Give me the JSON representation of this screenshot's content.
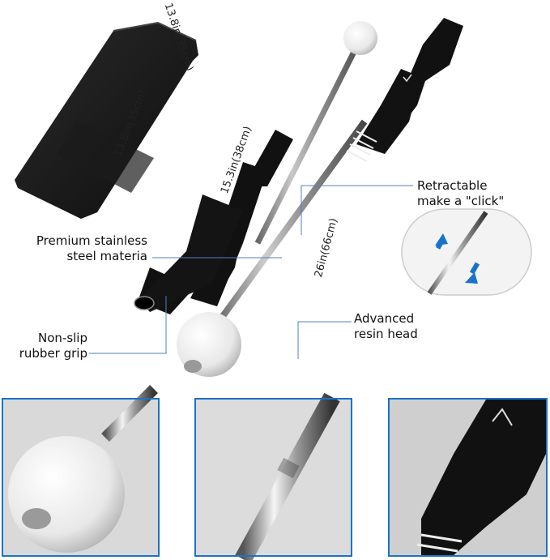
{
  "dimensions": {
    "band_length": "13.8in(35cm)",
    "band_width": "13.8in(35cm)",
    "short_stick_length": "15.3in(38cm)",
    "long_stick_length": "26in(66cm)"
  },
  "callouts": {
    "retractable_line1": "Retractable",
    "retractable_line2": "make a \"click\"",
    "steel_line1": "Premium stainless",
    "steel_line2": "steel  materia",
    "grip_line1": "Non-slip",
    "grip_line2": "rubber grip",
    "head_line1": "Advanced",
    "head_line2": "resin head"
  },
  "colors": {
    "panel_border": "#1a73c8",
    "arrow_blue": "#1a73c8",
    "grip_black": "#111111"
  }
}
